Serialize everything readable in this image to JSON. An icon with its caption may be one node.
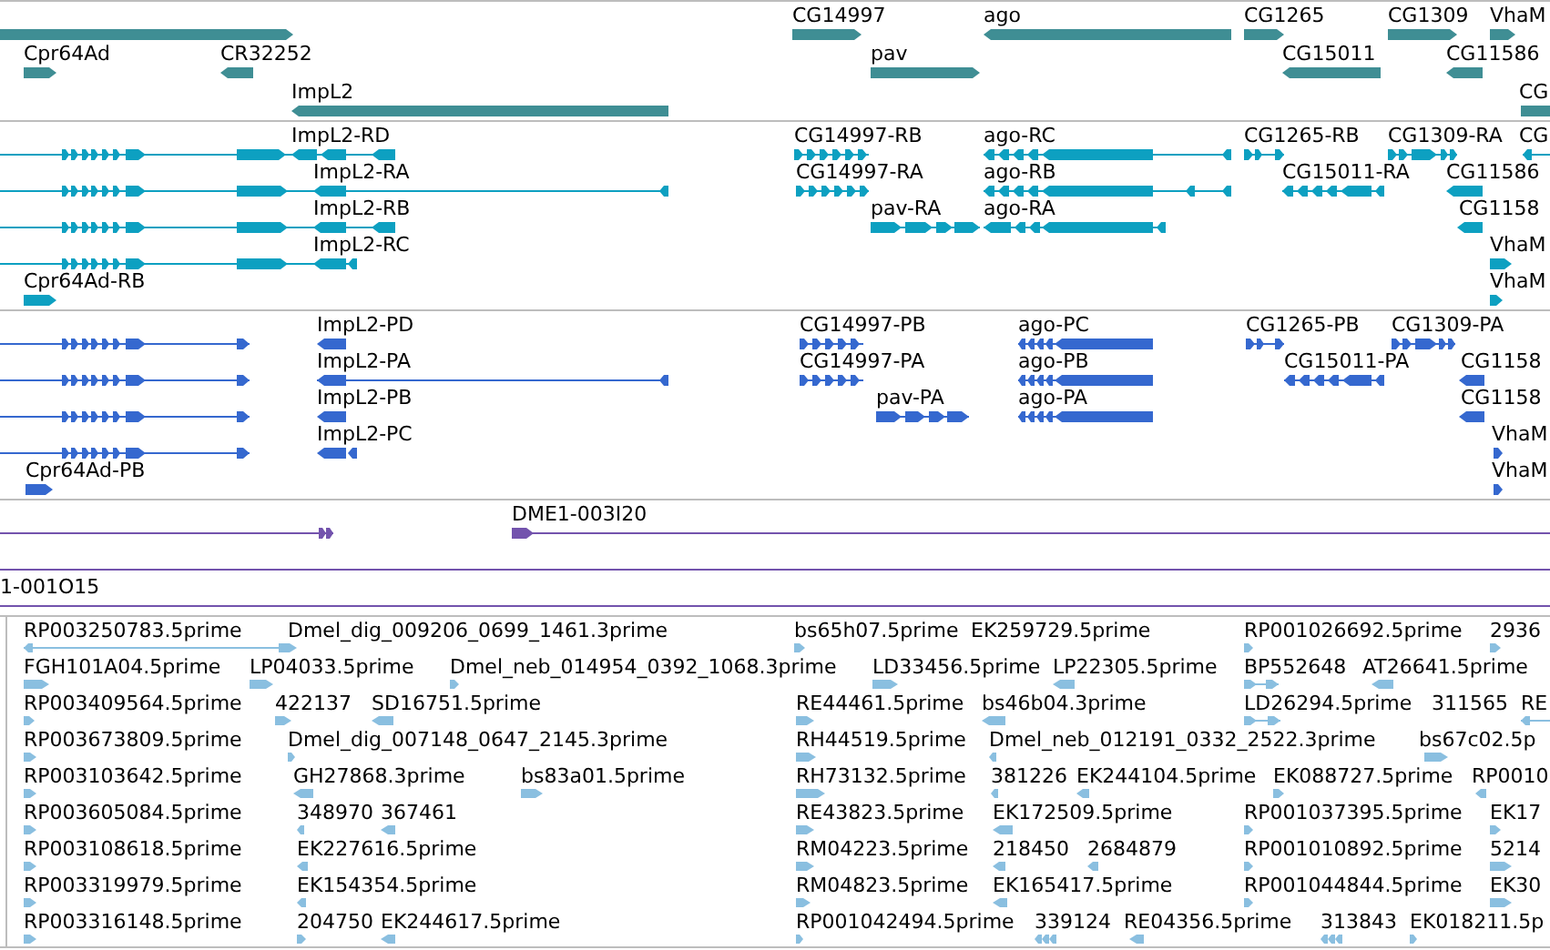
{
  "diagram": {
    "labels": [
      "CG14997",
      "ago",
      "CG1265",
      "CG1309",
      "VhaM",
      "Cpr64Ad",
      "CR32252",
      "pav",
      "CG15011",
      "CG11586",
      "ImpL2",
      "CG",
      "ImpL2-RD",
      "CG14997-RB",
      "ago-RC",
      "CG1265-RB",
      "CG1309-RA",
      "CG",
      "ImpL2-RA",
      "CG14997-RA",
      "ago-RB",
      "CG15011-RA",
      "CG11586",
      "ImpL2-RB",
      "pav-RA",
      "ago-RA",
      "CG1158",
      "ImpL2-RC",
      "VhaM",
      "Cpr64Ad-RB",
      "VhaM",
      "ImpL2-PD",
      "CG14997-PB",
      "ago-PC",
      "CG1265-PB",
      "CG1309-PA",
      "ImpL2-PA",
      "CG14997-PA",
      "ago-PB",
      "CG15011-PA",
      "CG1158",
      "ImpL2-PB",
      "pav-PA",
      "ago-PA",
      "CG1158",
      "ImpL2-PC",
      "VhaM",
      "Cpr64Ad-PB",
      "VhaM",
      "DME1-003I20",
      "1-001O15",
      "RP003250783.5prime",
      "Dmel_dig_009206_0699_1461.3prime",
      "bs65h07.5prime",
      "EK259729.5prime",
      "RP001026692.5prime",
      "2936",
      "FGH101A04.5prime",
      "LP04033.5prime",
      "Dmel_neb_014954_0392_1068.3prime",
      "LD33456.5prime",
      "LP22305.5prime",
      "BP552648",
      "AT26641.5prime",
      "RP003409564.5prime",
      "422137",
      "SD16751.5prime",
      "RE44461.5prime",
      "bs46b04.3prime",
      "LD26294.5prime",
      "311565",
      "RE",
      "RP003673809.5prime",
      "Dmel_dig_007148_0647_2145.3prime",
      "RH44519.5prime",
      "Dmel_neb_012191_0332_2522.3prime",
      "bs67c02.5p",
      "RP003103642.5prime",
      "GH27868.3prime",
      "bs83a01.5prime",
      "RH73132.5prime",
      "381226",
      "EK244104.5prime",
      "EK088727.5prime",
      "RP0010",
      "RP003605084.5prime",
      "348970",
      "367461",
      "RE43823.5prime",
      "EK172509.5prime",
      "RP001037395.5prime",
      "EK17",
      "RP003108618.5prime",
      "EK227616.5prime",
      "RM04223.5prime",
      "218450",
      "2684879",
      "RP001010892.5prime",
      "5214",
      "RP003319979.5prime",
      "EK154354.5prime",
      "RM04823.5prime",
      "EK165417.5prime",
      "RP001044844.5prime",
      "EK30",
      "RP003316148.5prime",
      "204750",
      "EK244617.5prime",
      "RP001042494.5prime",
      "339124",
      "RE04356.5prime",
      "313843",
      "EK018211.5p"
    ]
  }
}
